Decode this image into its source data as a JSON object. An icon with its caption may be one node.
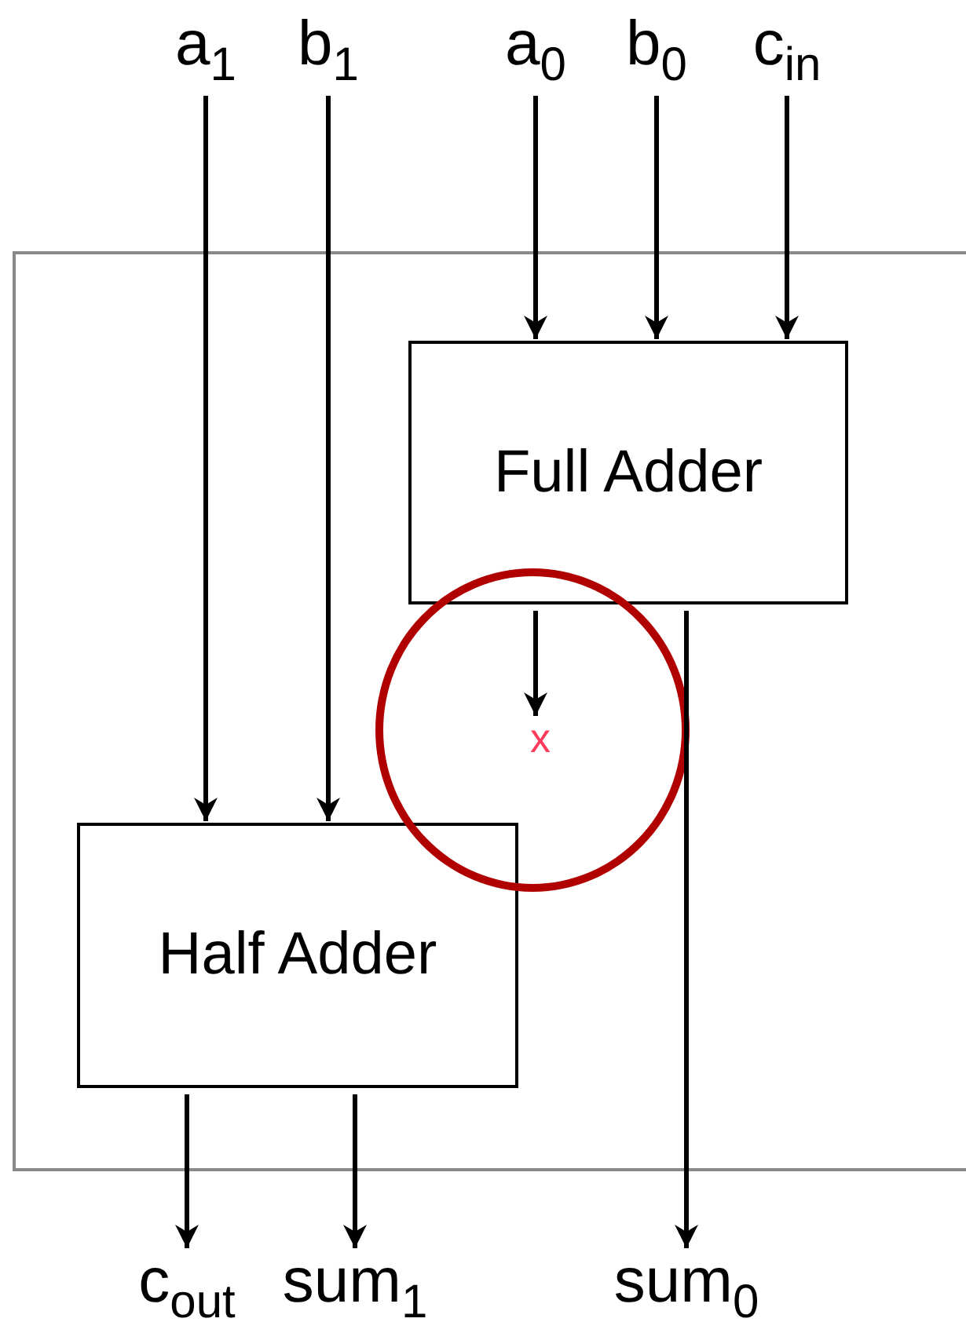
{
  "diagram": {
    "nodes": [
      {
        "text": [
          "a$_{1}$"
        ]
      },
      {
        "text": [
          "b$_{1}$"
        ]
      },
      {
        "text": [
          "a$_{0}$"
        ]
      },
      {
        "text": [
          "b$_{0}$"
        ]
      },
      {
        "text": [
          "c$_{in}$"
        ]
      },
      {
        "text": [],
        "shape": "box"
      },
      {
        "text": [
          "Full Adder"
        ],
        "in": 5
      },
      {
        "text": [],
        "shape": "circle",
        "in": 5
      },
      {
        "text": [
          "x"
        ],
        "in": 7
      },
      {
        "text": [
          "Half Adder"
        ],
        "in": 5
      },
      {
        "text": [
          "c$_{out}$"
        ]
      },
      {
        "text": [
          "sum$_{1}$"
        ]
      },
      {
        "text": [
          "sum$_{0}$"
        ]
      }
    ],
    "edges": [
      {
        "from": 0,
        "to": 9,
        "arrow": "to"
      },
      {
        "from": 1,
        "to": 9,
        "arrow": "to"
      },
      {
        "from": 2,
        "to": 6,
        "arrow": "to"
      },
      {
        "from": 3,
        "to": 6,
        "arrow": "to"
      },
      {
        "from": 4,
        "to": 6,
        "arrow": "to"
      },
      {
        "from": 6,
        "to": 8,
        "arrow": "to"
      },
      {
        "from": 6,
        "to": 12,
        "arrow": "to"
      },
      {
        "from": 9,
        "to": 10,
        "arrow": "to"
      },
      {
        "from": 9,
        "to": 11,
        "arrow": "to"
      }
    ]
  }
}
